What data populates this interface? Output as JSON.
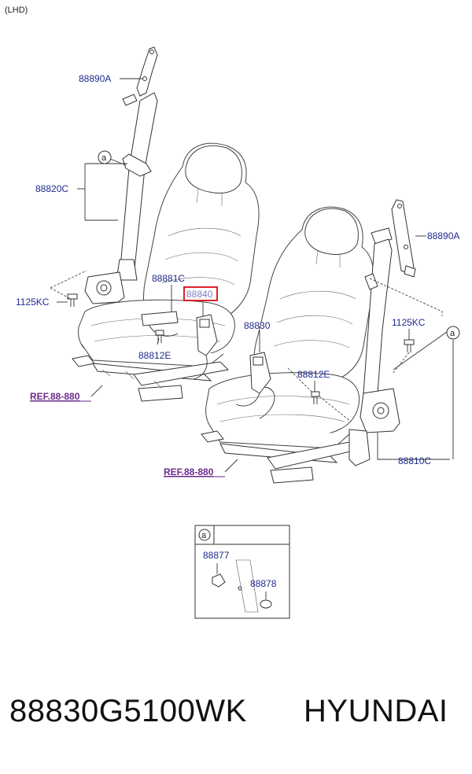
{
  "header": {
    "variant": "(LHD)"
  },
  "labels": {
    "anchor_upper_left": "88890A",
    "belt_assy_front_left": "88820C",
    "bolt_left": "1125KC",
    "seat_ref_left": "REF.88-880",
    "buckle_wire_left": "88881C",
    "buckle_left_highlighted": "88840",
    "bolt_buckle_left": "88812E",
    "buckle_right": "88830",
    "bolt_buckle_right": "88812E",
    "anchor_upper_right": "88890A",
    "bolt_right": "1125KC",
    "belt_assy_front_right": "88810C",
    "seat_ref_right": "REF.88-880",
    "detail_callout": "a",
    "detail_part_cap": "88877",
    "detail_part_cover": "88878"
  },
  "callouts": {
    "left": "a",
    "right": "a"
  },
  "footer": {
    "part_number": "88830G5100WK",
    "brand": "HYUNDAI"
  },
  "colors": {
    "label_blue": "#1f2a8c",
    "highlight_red": "#e0202a",
    "ref_purple": "#6a2a8a"
  }
}
